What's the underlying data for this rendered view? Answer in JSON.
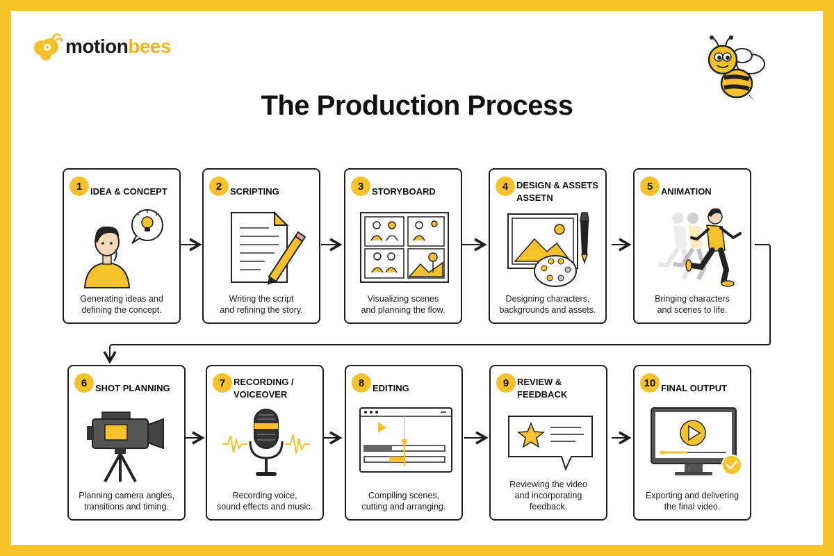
{
  "brand": {
    "name_part1": "motion",
    "name_part2": "bees"
  },
  "title": "The Production Process",
  "colors": {
    "accent": "#f5c22c",
    "outline": "#1d1d1d",
    "frame": "#f7c52b"
  },
  "steps": [
    {
      "num": "1",
      "title1": "IDEA & CONCEPT",
      "title2": "",
      "desc1": "Generating ideas and",
      "desc2": "defining the concept.",
      "icon": "thinking-person-icon"
    },
    {
      "num": "2",
      "title1": "SCRIPTING",
      "title2": "",
      "desc1": "Writing the script",
      "desc2": "and refining the story.",
      "icon": "script-pencil-icon"
    },
    {
      "num": "3",
      "title1": "STORYBOARD",
      "title2": "",
      "desc1": "Visualizing scenes",
      "desc2": "and planning the flow.",
      "icon": "storyboard-icon"
    },
    {
      "num": "4",
      "title1": "DESIGN & ASSETS",
      "title2": "ASSETN",
      "desc1": "Designing characters,",
      "desc2": "backgrounds and assets.",
      "icon": "design-palette-icon"
    },
    {
      "num": "5",
      "title1": "ANIMATION",
      "title2": "",
      "desc1": "Bringing characters",
      "desc2": "and scenes to life.",
      "icon": "running-character-icon"
    },
    {
      "num": "6",
      "title1": "SHOT PLANNING",
      "title2": "",
      "desc1": "Planning camera angles,",
      "desc2": "transitions and timing.",
      "icon": "video-camera-icon"
    },
    {
      "num": "7",
      "title1": "RECORDING /",
      "title2": "VOICEOVER",
      "desc1": "Recording voice,",
      "desc2": "sound effects and music.",
      "icon": "microphone-icon"
    },
    {
      "num": "8",
      "title1": "EDITING",
      "title2": "",
      "desc1": "Compiling scenes,",
      "desc2": "cutting and arranging.",
      "icon": "video-editor-icon"
    },
    {
      "num": "9",
      "title1": "REVIEW &",
      "title2": "FEEDBACK",
      "desc1": "Reviewing the video",
      "desc2": "and incorporating feedback.",
      "icon": "review-star-icon"
    },
    {
      "num": "10",
      "title1": "FINAL OUTPUT",
      "title2": "",
      "desc1": "Exporting and delivering",
      "desc2": "the final video.",
      "icon": "monitor-play-icon"
    }
  ]
}
